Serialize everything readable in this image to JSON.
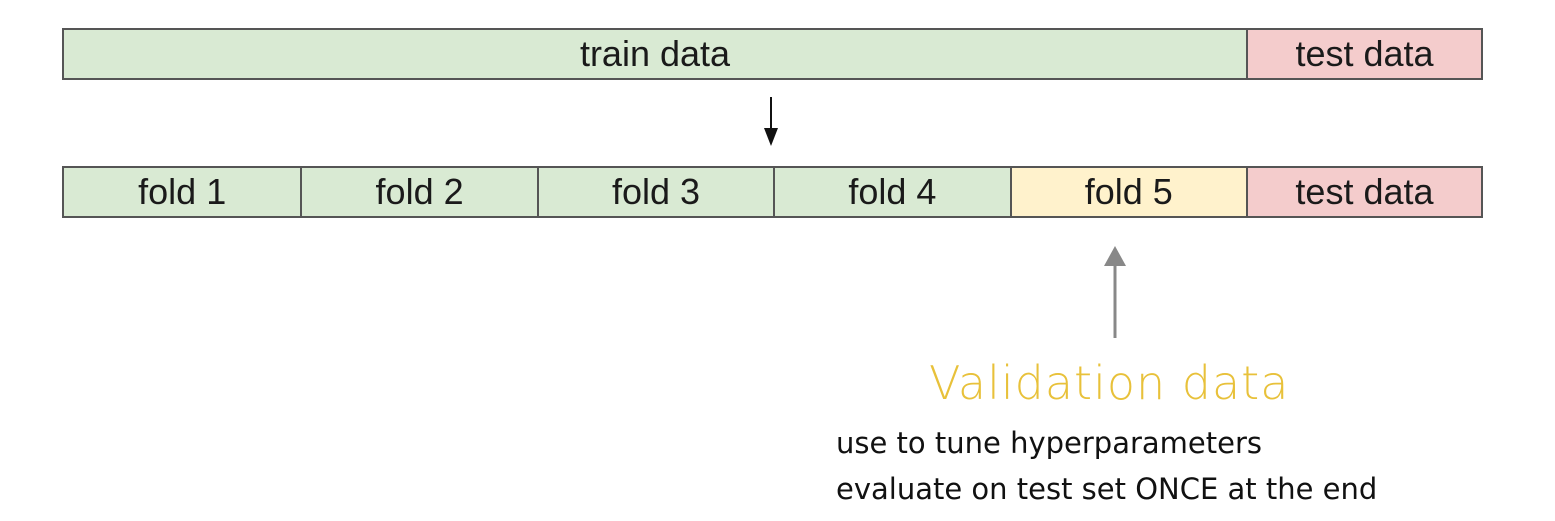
{
  "top_bar": {
    "train_label": "train data",
    "test_label": "test data"
  },
  "bottom_bar": {
    "folds": [
      "fold 1",
      "fold 2",
      "fold 3",
      "fold 4",
      "fold 5"
    ],
    "test_label": "test data"
  },
  "annotation": {
    "title": "Validation data",
    "lines": [
      "use to tune hyperparameters",
      "evaluate on test set ONCE at the end"
    ]
  },
  "colors": {
    "train": "#d9ead3",
    "validation": "#fff2cc",
    "test": "#f4cccc",
    "validation_text": "#e8c13a",
    "arrow_gray": "#888888"
  }
}
